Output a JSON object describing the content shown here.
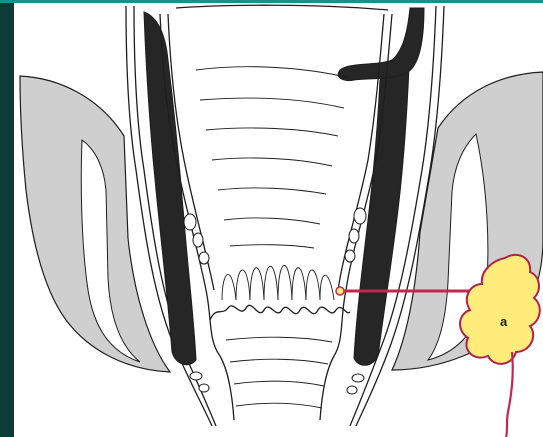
{
  "colors": {
    "frame_left": "#0e3a38",
    "frame_top": "#1d8f8a",
    "muscle_dark": "#262626",
    "fat_gray": "#cfcfcf",
    "outline": "#1e1e1e",
    "abscess_fill": "#ffec7a",
    "abscess_outline": "#b0214e",
    "tract_line": "#c0284e"
  },
  "labels": {
    "abscess": "a"
  },
  "icons": {
    "abscess": "abscess-blob-shape",
    "tract": "fistula-tract-line"
  }
}
